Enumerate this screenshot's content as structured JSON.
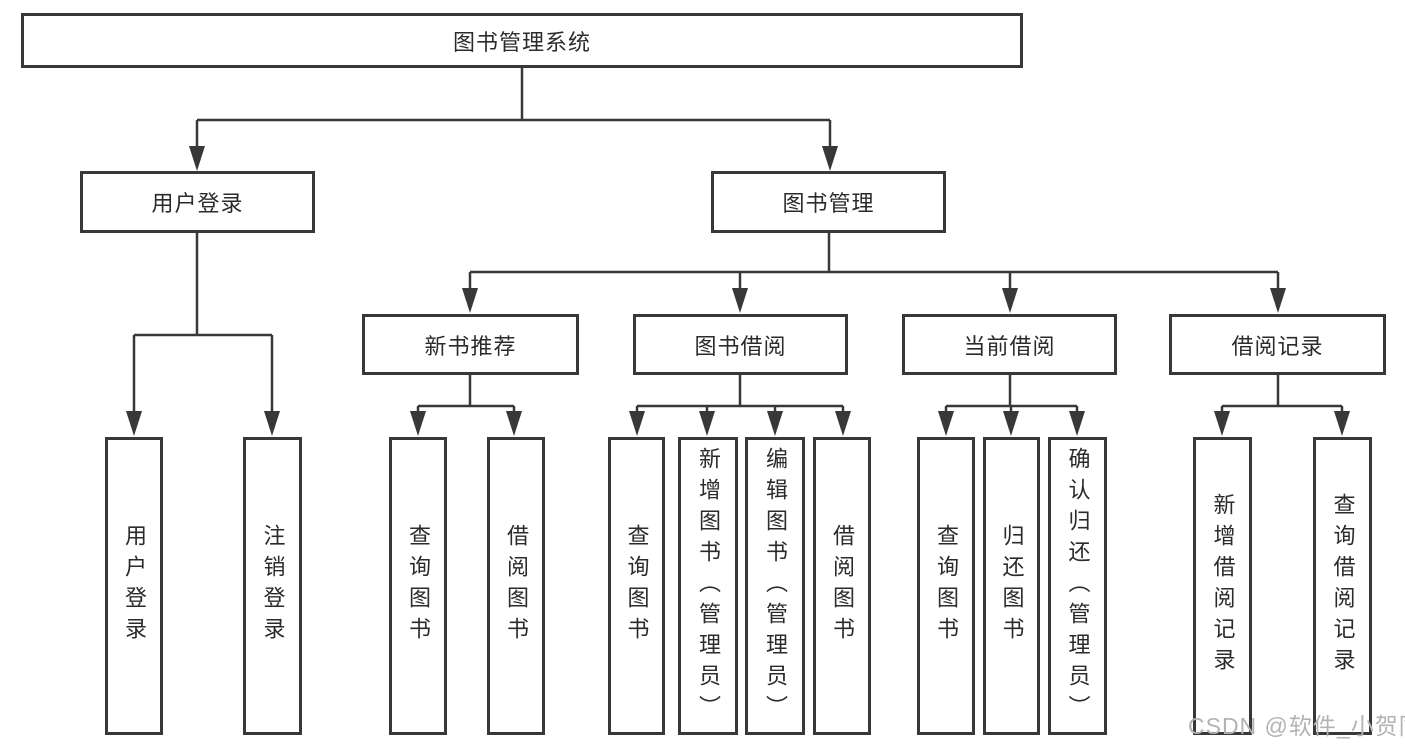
{
  "diagram": {
    "root": {
      "label": "图书管理系统",
      "children": [
        {
          "label": "用户登录",
          "children": [
            {
              "label": "用户登录"
            },
            {
              "label": "注销登录"
            }
          ]
        },
        {
          "label": "图书管理",
          "children": [
            {
              "label": "新书推荐",
              "children": [
                {
                  "label": "查询图书"
                },
                {
                  "label": "借阅图书"
                }
              ]
            },
            {
              "label": "图书借阅",
              "children": [
                {
                  "label": "查询图书"
                },
                {
                  "label": "新增图书（管理员）"
                },
                {
                  "label": "编辑图书（管理员）"
                },
                {
                  "label": "借阅图书"
                }
              ]
            },
            {
              "label": "当前借阅",
              "children": [
                {
                  "label": "查询图书"
                },
                {
                  "label": "归还图书"
                },
                {
                  "label": "确认归还（管理员）"
                }
              ]
            },
            {
              "label": "借阅记录",
              "children": [
                {
                  "label": "新增借阅记录"
                },
                {
                  "label": "查询借阅记录"
                }
              ]
            }
          ]
        }
      ]
    }
  },
  "watermark": {
    "text": "CSDN @软件_小贺同学"
  },
  "colors": {
    "line": "#383838",
    "text": "#2b2b2b",
    "box_background": "#ffffff",
    "page_background": "#ffffff",
    "watermark": "#b3b3b3"
  }
}
